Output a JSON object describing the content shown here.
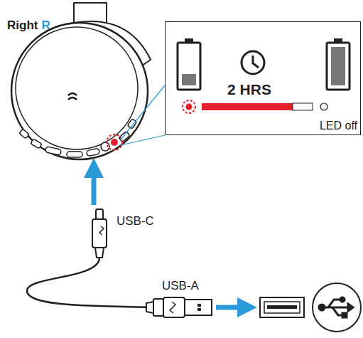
{
  "diagram": {
    "nodes": [
      {
        "text": [
          "2 HRS",
          "LED off"
        ]
      }
    ],
    "labels": [
      "Right",
      "R",
      "USB-C",
      "USB-A"
    ]
  }
}
